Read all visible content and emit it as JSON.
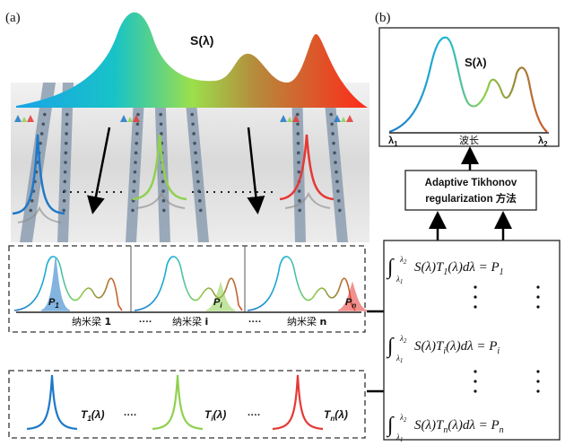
{
  "panel_a": {
    "label": "(a)",
    "spectrum_label": "S(λ)",
    "cells": [
      {
        "peak": "P",
        "sub": "1",
        "beam_label": "纳米梁 ",
        "beam_index": "1"
      },
      {
        "peak": "P",
        "sub": "i",
        "beam_label": "纳米梁 ",
        "beam_index": "i"
      },
      {
        "peak": "P",
        "sub": "n",
        "beam_label": "纳米梁 ",
        "beam_index": "n"
      }
    ],
    "ellipsis": "····",
    "transmissions": [
      {
        "label": "T",
        "sub": "1",
        "arg": "(λ)"
      },
      {
        "label": "T",
        "sub": "i",
        "arg": "(λ)"
      },
      {
        "label": "T",
        "sub": "n",
        "arg": "(λ)"
      }
    ],
    "colors": {
      "blue": "#1f78c8",
      "green": "#8fd14f",
      "red": "#e53935",
      "orange": "#c8762f"
    }
  },
  "panel_b": {
    "label": "(b)",
    "spectrum_label": "S(λ)",
    "axis_label": "波长",
    "lambda_min": "λ",
    "lambda_min_sub": "1",
    "lambda_max": "λ",
    "lambda_max_sub": "2",
    "method_line1": "Adaptive Tikhonov",
    "method_line2": "regularization 方法",
    "equations": [
      {
        "lhs": "S(λ)T",
        "sub": "1",
        "rest": "(λ)dλ = P",
        "rhs_sub": "1"
      },
      {
        "lhs": "S(λ)T",
        "sub": "i",
        "rest": "(λ)dλ = P",
        "rhs_sub": "i"
      },
      {
        "lhs": "S(λ)T",
        "sub": "n",
        "rest": "(λ)dλ = P",
        "rhs_sub": "n"
      }
    ],
    "int_upper": "λ",
    "int_upper_sub": "2",
    "int_lower": "λ",
    "int_lower_sub": "1"
  }
}
